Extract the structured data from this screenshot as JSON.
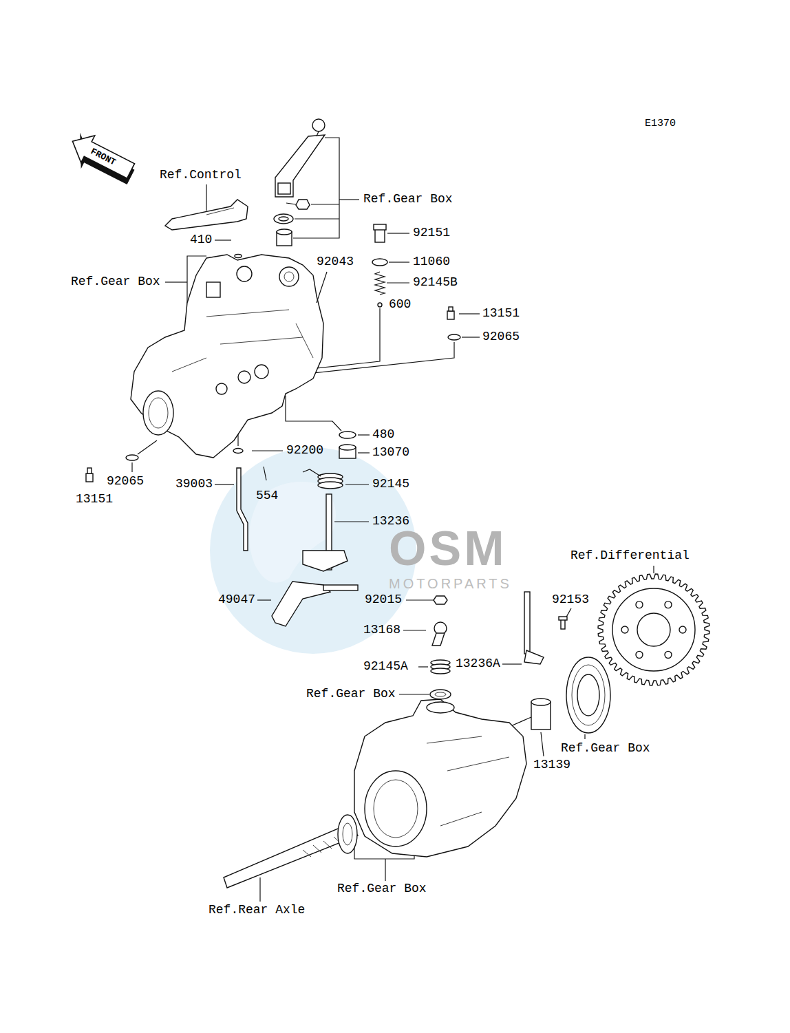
{
  "diagram": {
    "labels": [
      "E1370",
      "FRONT",
      "Ref.Control",
      "Ref.Gear Box",
      "92151",
      "410",
      "11060",
      "Ref.Gear Box",
      "92043",
      "92145B",
      "600",
      "13151",
      "92065",
      "480",
      "92200",
      "13070",
      "92065",
      "39003",
      "92145",
      "554",
      "13151",
      "13236",
      "OSM",
      "Ref.Differential",
      "49047",
      "92015",
      "MOTORPARTS",
      "92153",
      "13168",
      "13236A",
      "92145A",
      "Ref.Gear Box",
      "Ref.Gear Box",
      "13139",
      "Ref.Gear Box",
      "Ref.Rear Axle"
    ]
  }
}
